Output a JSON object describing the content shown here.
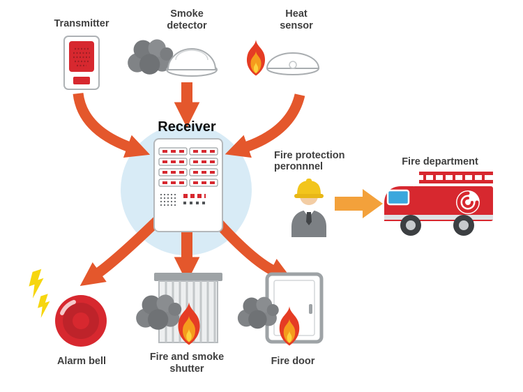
{
  "nodes": {
    "transmitter": {
      "label": "Transmitter"
    },
    "smoke_detector": {
      "line1": "Smoke",
      "line2": "detector"
    },
    "heat_sensor": {
      "line1": "Heat",
      "line2": "sensor"
    },
    "receiver": {
      "label": "Receiver"
    },
    "fire_protection_personnel": {
      "line1": "Fire protection",
      "line2": "peronnnel"
    },
    "fire_department": {
      "label": "Fire department"
    },
    "alarm_bell": {
      "label": "Alarm bell"
    },
    "fire_smoke_shutter": {
      "line1": "Fire and smoke",
      "line2": "shutter"
    },
    "fire_door": {
      "label": "Fire door"
    }
  },
  "palette": {
    "arrow_orange": "#e4572c",
    "arrow_yellow_orange": "#f3a13b",
    "receiver_circle_blue": "#d8ebf6",
    "alert_red": "#d7282f",
    "smoke_gray": "#7a7d80",
    "flame_red": "#e53c24",
    "flame_orange": "#f59c1d",
    "helmet_yellow": "#f2c51d",
    "lightning_yellow": "#f6d60f",
    "suit_gray": "#7c8084",
    "label_text": "#3f3f3f"
  }
}
